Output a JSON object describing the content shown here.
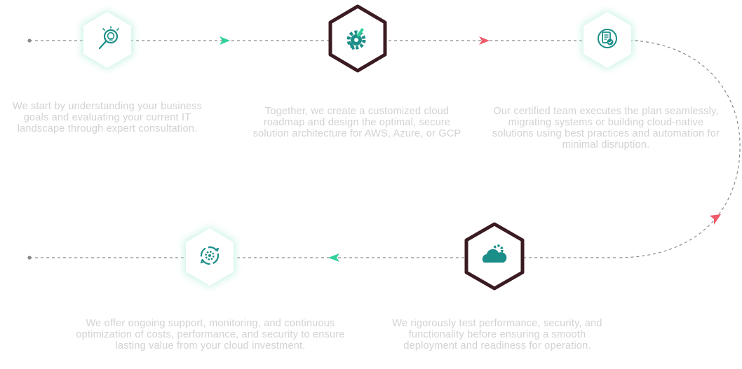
{
  "colors": {
    "connector": "#8a8a8a",
    "arrow_green": "#2fd09a",
    "arrow_red": "#f05a6a",
    "hex_outline_dark": "#3b1b22",
    "hex_glow": "#c8f3e4",
    "icon_teal": "#1c8e88"
  },
  "steps": [
    {
      "icon": "consultation-lightbulb-search-icon",
      "hex_style": "light",
      "text": "We start by understanding your business goals and evaluating your current IT landscape through expert consultation."
    },
    {
      "icon": "architecture-gear-tools-icon",
      "hex_style": "dark",
      "text": "Together, we create a customized cloud roadmap and design the optimal, secure solution architecture for AWS, Azure, or GCP"
    },
    {
      "icon": "execution-checklist-icon",
      "hex_style": "light",
      "text": "Our certified team executes the plan seamlessly, migrating systems or building cloud-native solutions using best practices and automation for minimal disruption."
    },
    {
      "icon": "support-optimization-cycle-icon",
      "hex_style": "light",
      "text": "We offer ongoing support, monitoring, and continuous optimization of costs, performance, and security to ensure lasting value from your cloud investment."
    },
    {
      "icon": "cloud-deployment-gear-icon",
      "hex_style": "dark",
      "text": "We rigorously test performance, security, and functionality before ensuring a smooth deployment and readiness for operation."
    }
  ]
}
